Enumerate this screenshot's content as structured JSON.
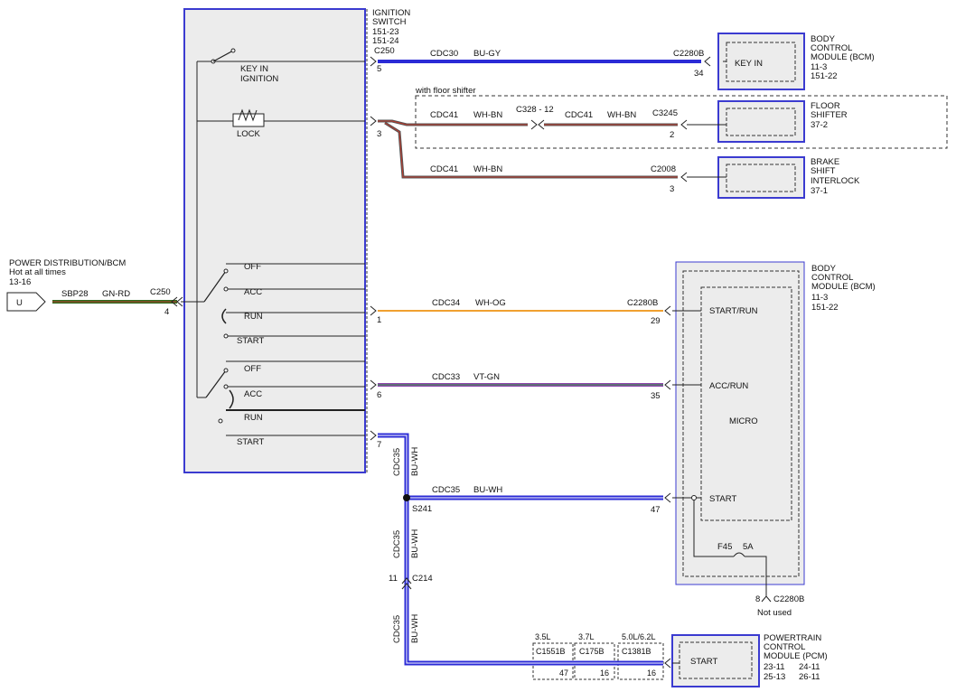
{
  "ignition_switch": {
    "title_1": "IGNITION",
    "title_2": "SWITCH",
    "ref_1": "151-23",
    "ref_2": "151-24",
    "connector": "C250",
    "key_in_label_1": "KEY IN",
    "key_in_label_2": "IGNITION",
    "lock_label": "LOCK",
    "bank1": [
      "OFF",
      "ACC",
      "RUN",
      "START"
    ],
    "bank2": [
      "OFF",
      "ACC",
      "RUN",
      "START"
    ],
    "pins": [
      "5",
      "3",
      "1",
      "6",
      "7"
    ]
  },
  "power_source": {
    "title": "POWER DISTRIBUTION/BCM",
    "subtitle": "Hot at all times",
    "ref": "13-16",
    "connector_letter": "U",
    "circuit": "SBP28",
    "color": "GN-RD",
    "connector": "C250",
    "pin": "4"
  },
  "circuits": {
    "key_in": {
      "circuit": "CDC30",
      "color": "BU-GY",
      "connector": "C2280B",
      "pin": "34"
    },
    "floor_shifter_note": "with floor shifter",
    "lock_1": {
      "circuit": "CDC41",
      "color": "WH-BN",
      "connector": "C328 - 12"
    },
    "lock_2": {
      "circuit": "CDC41",
      "color": "WH-BN",
      "connector": "C3245",
      "pin": "2"
    },
    "lock_3": {
      "circuit": "CDC41",
      "color": "WH-BN",
      "connector": "C2008",
      "pin": "3"
    },
    "run": {
      "circuit": "CDC34",
      "color": "WH-OG",
      "connector": "C2280B",
      "pin": "29"
    },
    "acc": {
      "circuit": "CDC33",
      "color": "VT-GN",
      "pin": "35"
    },
    "start_vertical": {
      "circuit": "CDC35",
      "color": "BU-WH"
    },
    "start_bcm": {
      "circuit": "CDC35",
      "color": "BU-WH",
      "pin": "47"
    },
    "splice": "S241",
    "inline_connector": {
      "pin": "11",
      "name": "C214"
    }
  },
  "modules": {
    "bcm_top": {
      "l1": "BODY",
      "l2": "CONTROL",
      "l3": "MODULE (BCM)",
      "l4": "11-3",
      "l5": "151-22",
      "label": "KEY IN"
    },
    "floor_shifter": {
      "l1": "FLOOR",
      "l2": "SHIFTER",
      "l3": "37-2"
    },
    "brake_interlock": {
      "l1": "BRAKE",
      "l2": "SHIFT",
      "l3": "INTERLOCK",
      "l4": "37-1"
    },
    "bcm_main": {
      "l1": "BODY",
      "l2": "CONTROL",
      "l3": "MODULE (BCM)",
      "l4": "11-3",
      "l5": "151-22",
      "start_run": "START/RUN",
      "acc_run": "ACC/RUN",
      "micro": "MICRO",
      "start": "START",
      "fuse": "F45",
      "fuse_rating": "5A",
      "pin_8": "8",
      "conn_8": "C2280B",
      "not_used": "Not used"
    },
    "pcm": {
      "l1": "POWERTRAIN",
      "l2": "CONTROL",
      "l3": "MODULE (PCM)",
      "r1a": "23-11",
      "r1b": "24-11",
      "r2a": "25-13",
      "r2b": "26-11",
      "label": "START"
    }
  },
  "engine_variants": [
    {
      "engine": "3.5L",
      "connector": "C1551B",
      "pin": "47"
    },
    {
      "engine": "3.7L",
      "connector": "C175B",
      "pin": "16"
    },
    {
      "engine": "5.0L/6.2L",
      "connector": "C1381B",
      "pin": "16"
    }
  ],
  "colors": {
    "wire_blue": "#2b2bd6",
    "wire_orange": "#f0a030",
    "wire_green": "#2d6a1e",
    "wire_red": "#c0392b",
    "module_fill": "#ececec",
    "module_border": "#3b3bd0"
  }
}
